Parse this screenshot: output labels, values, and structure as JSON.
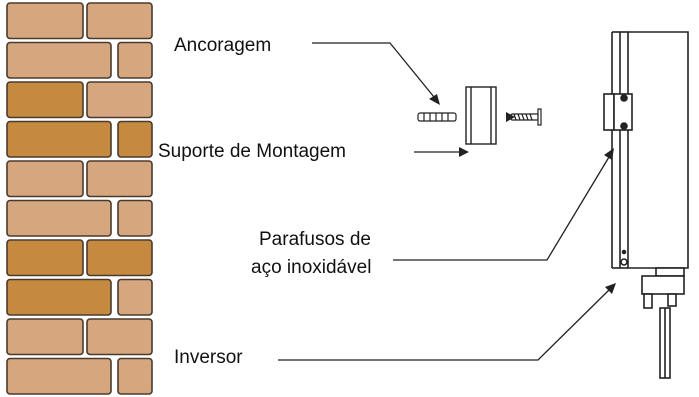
{
  "labels": {
    "anchor": "Ancoragem",
    "mounting_bracket": "Suporte de Montagem",
    "screws_line1": "Parafusos de",
    "screws_line2": "aço inoxidável",
    "inverter": "Inversor"
  },
  "colors": {
    "brick_light": "#d6a77e",
    "brick_dark": "#c58a3f",
    "brick_outline": "#4a3a2e",
    "line": "#222222"
  }
}
